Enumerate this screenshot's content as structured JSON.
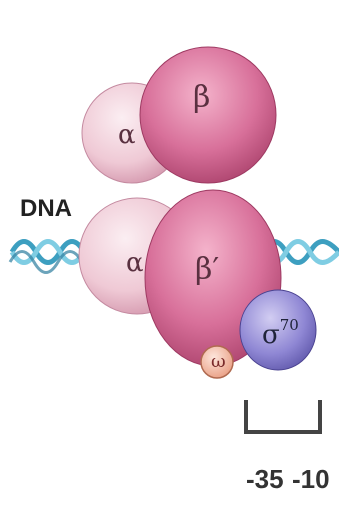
{
  "labels": {
    "dna": "DNA",
    "alpha_top": "α",
    "beta": "β",
    "alpha_bottom": "α",
    "beta_prime": "β′",
    "omega": "ω",
    "sigma": "σ",
    "sigma_superscript": "70",
    "position_minus35": "-35",
    "position_minus10": "-10"
  },
  "colors": {
    "alpha": "#f2d6df",
    "beta": "#d35f8d",
    "beta_prime": "#d45f8e",
    "omega": "#f3b8a0",
    "sigma": "#8e86d2",
    "dna_strand": "#4fb1cf",
    "bracket": "#444444"
  }
}
